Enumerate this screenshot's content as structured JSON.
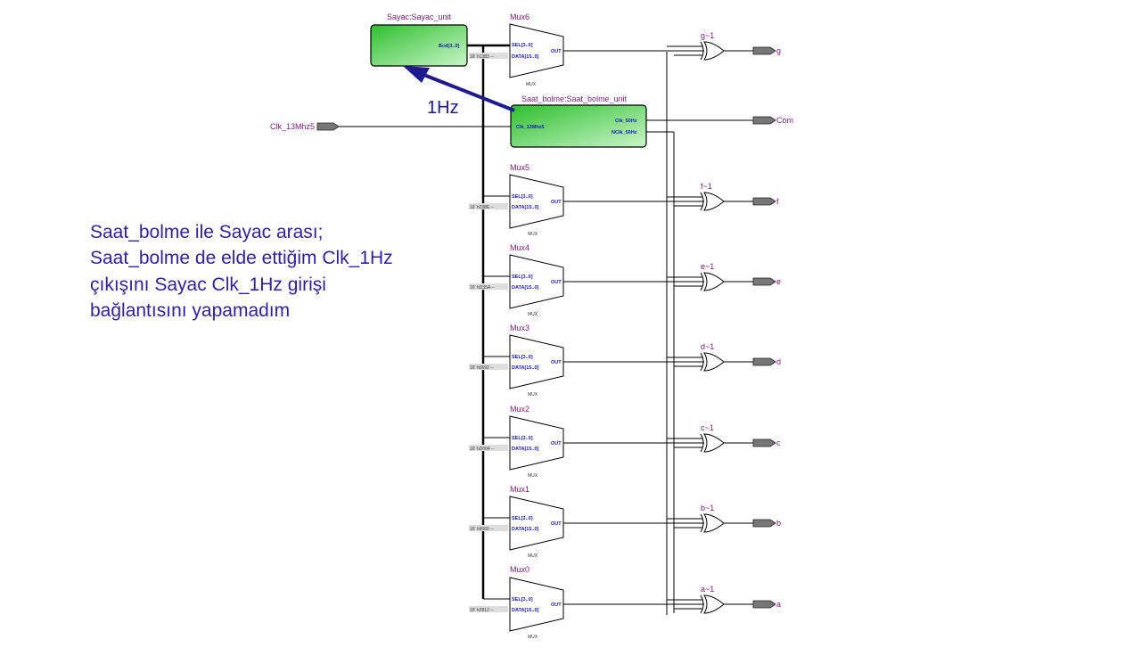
{
  "note": {
    "line1": "Saat_bolme ile Sayac arası;",
    "line2": "Saat_bolme de elde ettiğim Clk_1Hz",
    "line3": "çıkışını Sayac Clk_1Hz girişi",
    "line4": "bağlantısını yapamadım"
  },
  "arrow_label": "1Hz",
  "colors": {
    "note_text": "#33219a",
    "arrow": "#1f1a8f",
    "block_green": "#5fd35f",
    "port_text": "#1a1ab8",
    "label_text": "#7a1a7a"
  },
  "input_pin": {
    "label": "Clk_13Mhz5"
  },
  "sayac": {
    "title": "Sayac:Sayac_unit",
    "port_bcd": "Bcd[3..0]"
  },
  "saat": {
    "title": "Saat_bolme:Saat_bolme_unit",
    "port_in": "Clk_13Mhz5",
    "port_out1": "Clk_50Hz",
    "port_out2": "NClk_50Hz"
  },
  "mux_ports": {
    "sel": "SEL[3..0]",
    "data": "DATA[15..0]",
    "out": "OUT",
    "type": "MUX"
  },
  "muxes": [
    {
      "name": "Mux6",
      "const": "16' h1383 --"
    },
    {
      "name": "Mux5",
      "const": "16' h238E --"
    },
    {
      "name": "Mux4",
      "const": "16' hD35A --"
    },
    {
      "name": "Mux3",
      "const": "16' h0692 --"
    },
    {
      "name": "Mux2",
      "const": "16' hD004 --"
    },
    {
      "name": "Mux1",
      "const": "16' h9060 --"
    },
    {
      "name": "Mux0",
      "const": "16' h2812 --"
    }
  ],
  "gates": [
    "g~1",
    "f~1",
    "e~1",
    "d~1",
    "c~1",
    "b~1",
    "a~1"
  ],
  "outputs": {
    "g": "g",
    "com": "Com",
    "f": "f",
    "e": "e",
    "d": "d",
    "c": "c",
    "b": "b",
    "a": "a"
  }
}
